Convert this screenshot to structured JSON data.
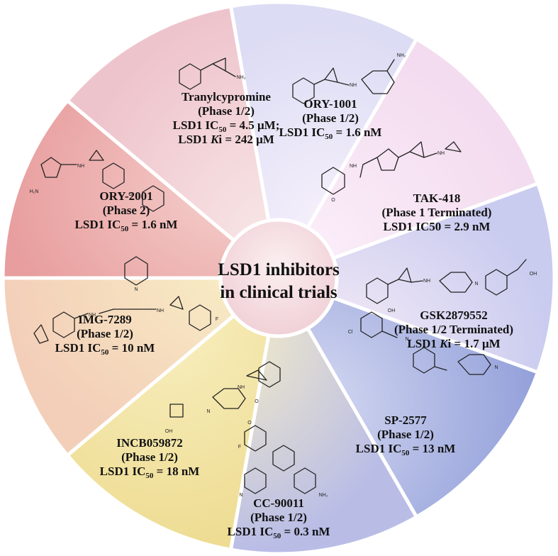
{
  "center": {
    "line1": "LSD1 inhibitors",
    "line2": "in clinical trials"
  },
  "drugs": [
    {
      "name": "Tranylcypromine",
      "phase": "(Phase 1/2)",
      "act1_pre": "LSD1 IC",
      "act1_sub": "50",
      "act1_post": " = 4.5 μM;",
      "act2_pre": "LSD1 ",
      "act2_italic": "K",
      "act2_post": "i = 242 μM",
      "color": "#e6e6f7"
    },
    {
      "name": "ORY-1001",
      "phase": "(Phase 1/2)",
      "act1_pre": "LSD1 IC",
      "act1_sub": "50",
      "act1_post": " = 1.6 nM",
      "color": "#f7e6f4"
    },
    {
      "name": "TAK-418",
      "phase": "(Phase 1 Terminated)",
      "act1_pre": "LSD1 IC50 = 2.9 nM",
      "color": "#dad8f2"
    },
    {
      "name": "GSK2879552",
      "phase": "(Phase 1/2 Terminated)",
      "act1_pre": "LSD1 ",
      "act1_italic": "K",
      "act1_post": "i = 1.7 μM",
      "color": "#aab2e0"
    },
    {
      "name": "SP-2577",
      "phase": "(Phase 1/2)",
      "act1_pre": "LSD1 IC",
      "act1_sub": "50",
      "act1_post": " = 13 nM",
      "color": "#d8d2e4"
    },
    {
      "name": "CC-90011",
      "phase": "(Phase 1/2)",
      "act1_pre": "LSD1 IC",
      "act1_sub": "50",
      "act1_post": " = 0.3 nM",
      "color": "#f2e2a8"
    },
    {
      "name": "INCB059872",
      "phase": "(Phase 1/2)",
      "act1_pre": "LSD1 IC",
      "act1_sub": "50",
      "act1_post": " = 18 nM",
      "color": "#f6dcc2"
    },
    {
      "name": "IMG-7289",
      "phase": "(Phase 1/2)",
      "act1_pre": "LSD1 IC",
      "act1_sub": "50",
      "act1_post": " = 10 nM",
      "color": "#f2c0c0"
    },
    {
      "name": "ORY-2001",
      "phase": "(Phase 2)",
      "act1_pre": "LSD1 IC",
      "act1_sub": "50",
      "act1_post": " = 1.6 nM",
      "color": "#f4d2d8"
    }
  ],
  "atoms": {
    "nh2": "NH₂",
    "nh": "NH",
    "o": "O",
    "n": "N",
    "f": "F",
    "cl": "Cl",
    "oh": "OH",
    "h2n": "H₂N",
    "nh2b": "NH₂"
  },
  "palette": {
    "center_fill": "#f6e0e4",
    "border": "#ffffff",
    "rim": "#c8c8c8"
  }
}
